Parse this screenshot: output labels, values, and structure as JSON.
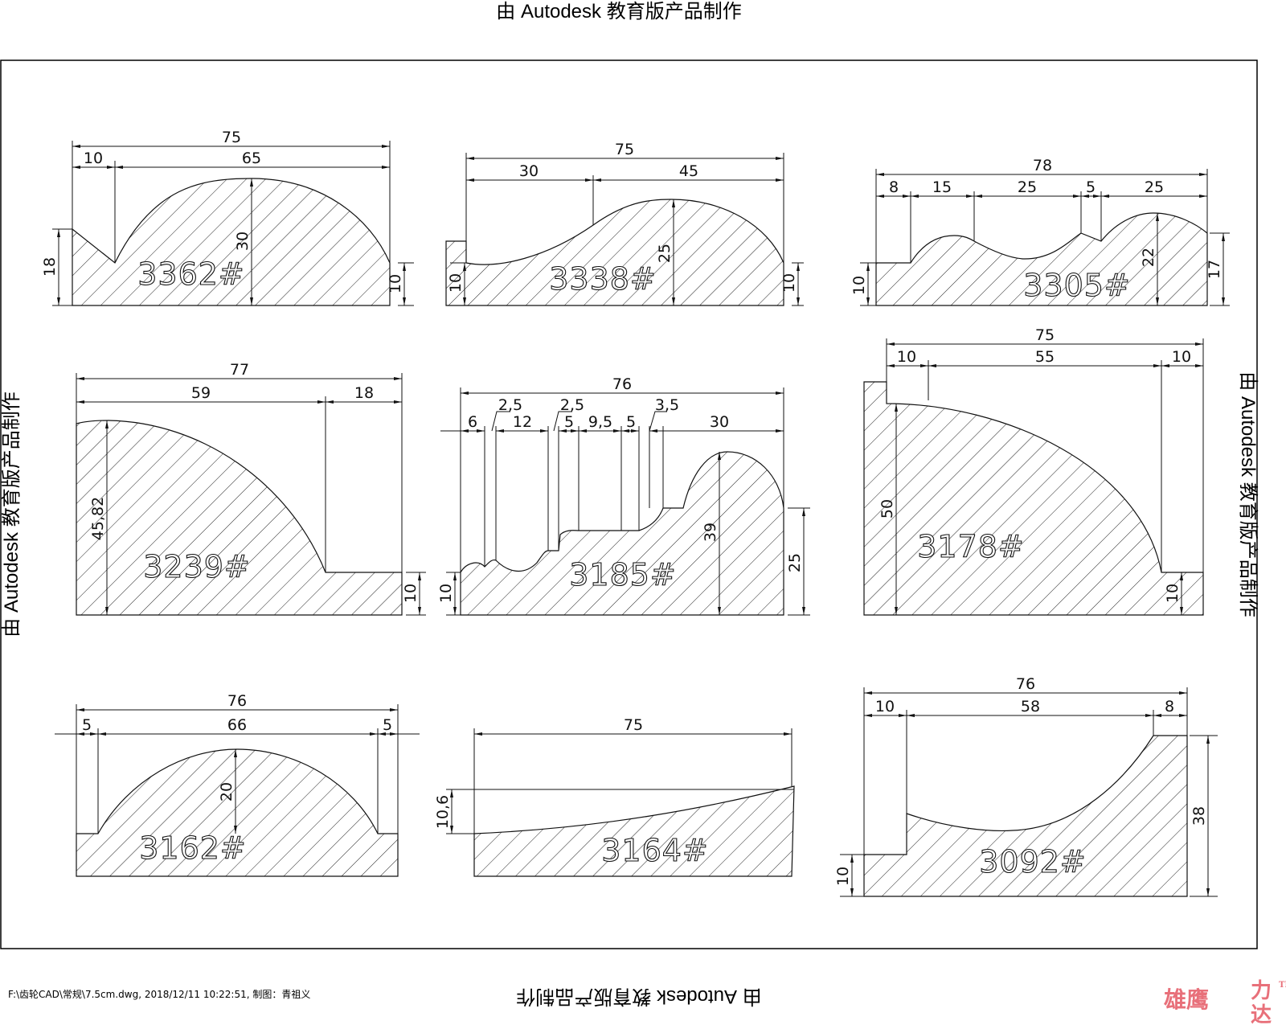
{
  "watermark": "由 Autodesk 教育版产品制作",
  "footer": "F:\\齿轮CAD\\常规\\7.5cm.dwg, 2018/12/11 10:22:51, 制图：青祖义",
  "logo": {
    "main": "雄鹰",
    "li": "力",
    "da": "达",
    "tm": "TM"
  },
  "profiles": [
    {
      "label": "3362#",
      "dims": [
        "75",
        "10",
        "65",
        "18",
        "30",
        "10"
      ]
    },
    {
      "label": "3338#",
      "dims": [
        "75",
        "30",
        "45",
        "10",
        "25",
        "10"
      ]
    },
    {
      "label": "3305#",
      "dims": [
        "78",
        "8",
        "15",
        "25",
        "5",
        "25",
        "10",
        "22",
        "17"
      ]
    },
    {
      "label": "3239#",
      "dims": [
        "77",
        "59",
        "18",
        "45,82",
        "10"
      ]
    },
    {
      "label": "3185#",
      "dims": [
        "76",
        "6",
        "2,5",
        "12",
        "2,5",
        "5",
        "9,5",
        "5",
        "3,5",
        "30",
        "10",
        "39",
        "25"
      ]
    },
    {
      "label": "3178#",
      "dims": [
        "75",
        "10",
        "55",
        "10",
        "50",
        "10"
      ]
    },
    {
      "label": "3162#",
      "dims": [
        "76",
        "5",
        "66",
        "5",
        "20"
      ]
    },
    {
      "label": "3164#",
      "dims": [
        "75",
        "10,6"
      ]
    },
    {
      "label": "3092#",
      "dims": [
        "76",
        "10",
        "58",
        "8",
        "10",
        "38"
      ]
    }
  ]
}
